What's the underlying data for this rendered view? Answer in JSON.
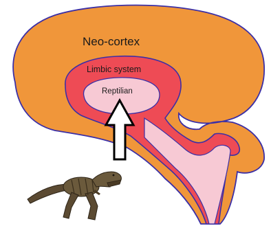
{
  "labels": {
    "neo_cortex": "Neo-cortex",
    "limbic_system": "Limbic system",
    "reptilian": "Reptilian"
  },
  "colors": {
    "neo_cortex_fill": "#F0963A",
    "limbic_fill": "#EE4B55",
    "reptilian_fill": "#F7C9D4",
    "outline": "#3B2FA6",
    "arrow_stroke": "#000000",
    "arrow_fill": "#ffffff"
  },
  "icons": {
    "dinosaur": "t-rex-icon"
  }
}
